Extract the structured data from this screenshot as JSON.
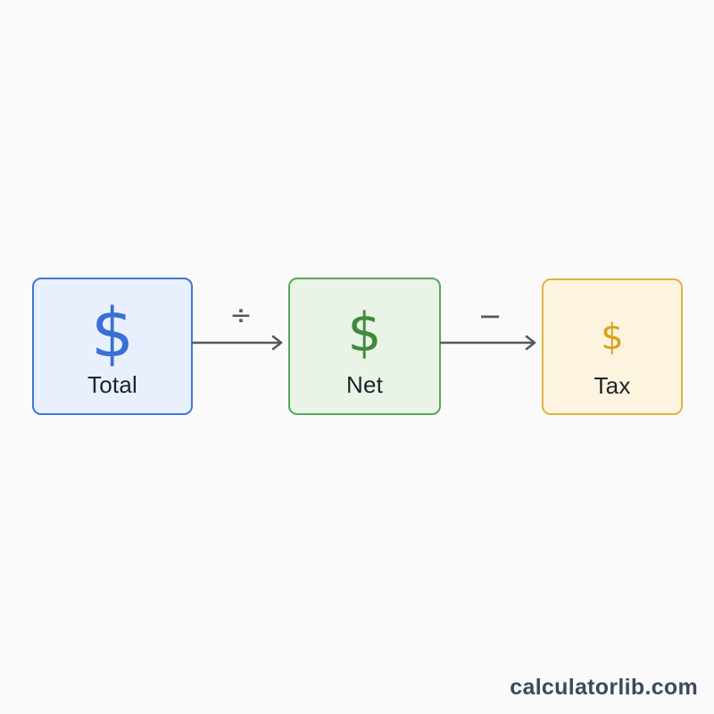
{
  "nodes": [
    {
      "label": "Total",
      "symbol": "$",
      "color": "#3f76d9",
      "fill": "#e8f0fd"
    },
    {
      "label": "Net",
      "symbol": "$",
      "color": "#5aa75a",
      "fill": "#e9f3e6"
    },
    {
      "label": "Tax",
      "symbol": "$",
      "color": "#e0b43c",
      "fill": "#fcf4df"
    }
  ],
  "operators": [
    {
      "symbol": "÷",
      "from": "Total",
      "to": "Net"
    },
    {
      "symbol": "−",
      "from": "Net",
      "to": "Tax"
    }
  ],
  "watermark": "calculatorlib.com"
}
